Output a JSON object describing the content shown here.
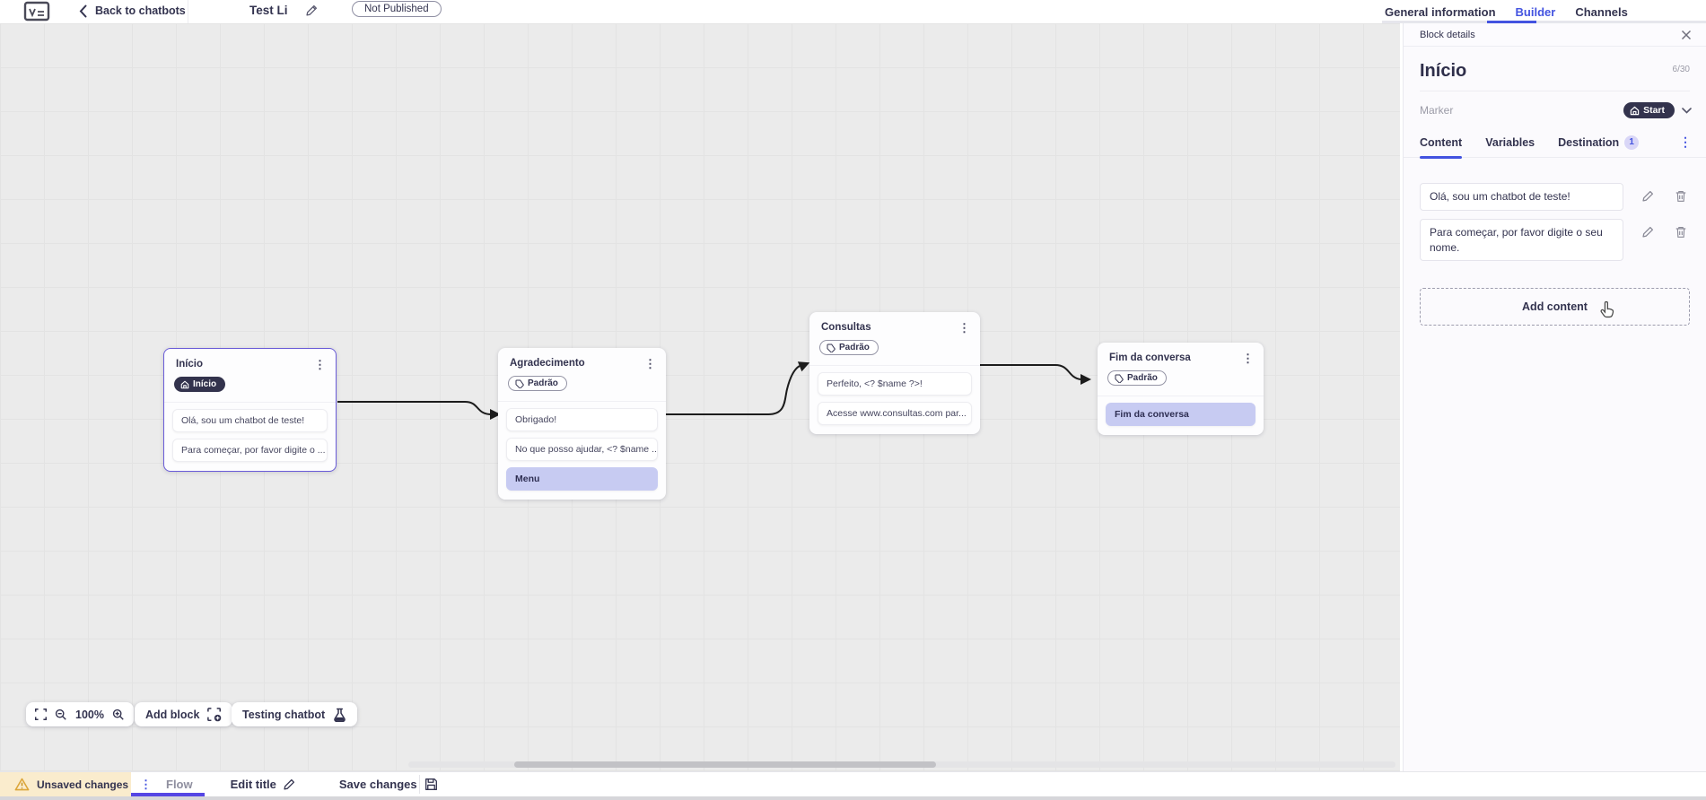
{
  "topbar": {
    "back_label": "Back to chatbots",
    "title": "Test Li",
    "status_badge": "Not Published",
    "tabs": [
      {
        "label": "General information"
      },
      {
        "label": "Builder"
      },
      {
        "label": "Channels"
      }
    ]
  },
  "panel": {
    "header": "Block details",
    "block_title": "Início",
    "char_counter": "6/30",
    "marker_label": "Marker",
    "marker_value": "Start",
    "tabs": [
      {
        "label": "Content"
      },
      {
        "label": "Variables"
      },
      {
        "label": "Destination",
        "badge": "1"
      }
    ],
    "contents": [
      "Olá, sou um chatbot de teste!",
      "Para começar, por favor digite o seu nome."
    ],
    "add_content_label": "Add content"
  },
  "canvas": {
    "blocks": [
      {
        "title": "Início",
        "badge": "Início",
        "cards": [
          "Olá, sou um chatbot de teste!",
          "Para começar, por favor digite o ..."
        ]
      },
      {
        "title": "Agradecimento",
        "badge": "Padrão",
        "cards": [
          "Obrigado!",
          "No que posso ajudar, <? $name ...",
          "Menu"
        ]
      },
      {
        "title": "Consultas",
        "badge": "Padrão",
        "cards": [
          "Perfeito, <? $name ?>!",
          "Acesse www.consultas.com par..."
        ]
      },
      {
        "title": "Fim da conversa",
        "badge": "Padrão",
        "cards": [
          "Fim da conversa"
        ]
      }
    ]
  },
  "controls": {
    "zoom_level": "100%",
    "add_block_label": "Add block",
    "testing_label": "Testing chatbot"
  },
  "bottombar": {
    "unsaved_label": "Unsaved changes",
    "flow_label": "Flow",
    "edit_title_label": "Edit title",
    "save_label": "Save changes"
  },
  "colors": {
    "accent": "#4353e0",
    "selection_border": "#6a5cd8",
    "highlight_card": "#c7cbf2",
    "dark_pill": "#33334d",
    "warning_bg": "#faeccd",
    "warning_icon": "#dca63a"
  }
}
